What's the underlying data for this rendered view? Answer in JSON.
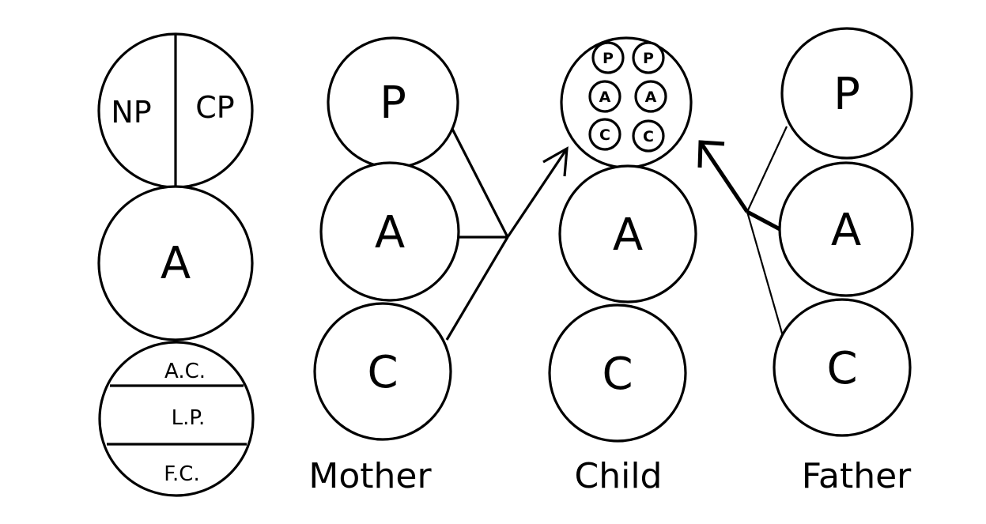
{
  "key": {
    "parent_left": "NP",
    "parent_right": "CP",
    "adult": "A",
    "child_top": "A.C.",
    "child_middle": "L.P.",
    "child_bottom": "F.C."
  },
  "mother": {
    "parent": "P",
    "adult": "A",
    "child": "C",
    "caption": "Mother"
  },
  "child": {
    "contaminated_parent": [
      "P",
      "P",
      "A",
      "A",
      "C",
      "C"
    ],
    "adult": "A",
    "child": "C",
    "caption": "Child"
  },
  "father": {
    "parent": "P",
    "adult": "A",
    "child": "C",
    "caption": "Father"
  }
}
